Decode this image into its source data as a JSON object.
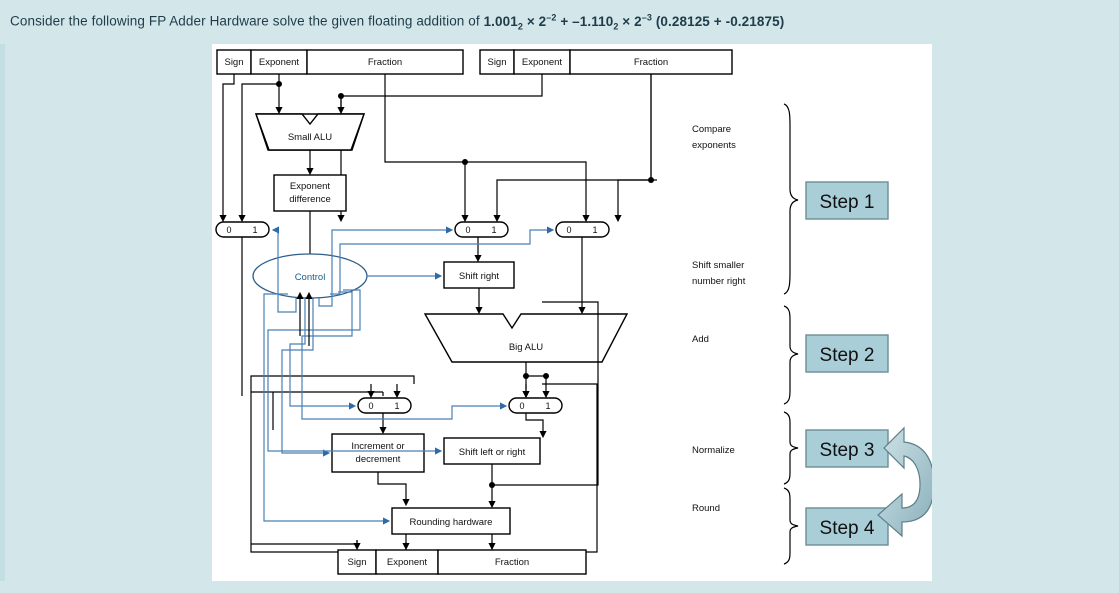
{
  "page": {
    "background_color": "#d3e6e9",
    "panel_color": "#ffffff"
  },
  "prompt": {
    "lead": "Consider the following FP Adder Hardware solve the given floating addition of ",
    "expr_part1": "1.001",
    "expr_sub1": "2",
    "expr_mid1": " × 2",
    "expr_sup1": "–2",
    "expr_plus": " + –1.110",
    "expr_sub2": "2",
    "expr_mid2": " × 2",
    "expr_sup2": "–3",
    "expr_decimal": "  (0.28125 + -0.21875)",
    "full_text": "Consider the following FP Adder Hardware solve the given floating addition of 1.001₂ × 2⁻² + –1.110₂ × 2⁻³ (0.28125 + -0.21875)"
  },
  "diagram": {
    "title": "Floating point adder hardware datapath",
    "input_register_left": {
      "sign": "Sign",
      "exponent": "Exponent",
      "fraction": "Fraction"
    },
    "input_register_right": {
      "sign": "Sign",
      "exponent": "Exponent",
      "fraction": "Fraction"
    },
    "output_register": {
      "sign": "Sign",
      "exponent": "Exponent",
      "fraction": "Fraction"
    },
    "small_alu": "Small ALU",
    "big_alu": "Big ALU",
    "exponent_difference": [
      "Exponent",
      "difference"
    ],
    "control": "Control",
    "shift_right": "Shift right",
    "shift_left_or_right": "Shift left or right",
    "increment_or_decrement": [
      "Increment or",
      "decrement"
    ],
    "rounding_hardware": "Rounding hardware",
    "mux_labels": {
      "zero": "0",
      "one": "1"
    },
    "mux_count": 5
  },
  "phases": [
    {
      "id": "compare",
      "lines": [
        "Compare",
        "exponents"
      ]
    },
    {
      "id": "shift-smaller",
      "lines": [
        "Shift smaller",
        "number right"
      ]
    },
    {
      "id": "add",
      "lines": [
        "Add"
      ]
    },
    {
      "id": "normalize",
      "lines": [
        "Normalize"
      ]
    },
    {
      "id": "round",
      "lines": [
        "Round"
      ]
    }
  ],
  "steps": [
    {
      "id": "step-1",
      "label": "Step 1"
    },
    {
      "id": "step-2",
      "label": "Step 2"
    },
    {
      "id": "step-3",
      "label": "Step 3"
    },
    {
      "id": "step-4",
      "label": "Step 4"
    }
  ],
  "colors": {
    "step_fill": "#a9ced8",
    "step_border": "#6c8e95",
    "control_stroke": "#2e5f8a",
    "blue_wire": "#4a7fb5",
    "black_wire": "#000000",
    "loop_arrow_fill": "#b9d3da",
    "page_bg": "#d3e6e9"
  },
  "loop_arrow": {
    "name": "repeat-loop-arrow",
    "direction": "counterclockwise-up"
  }
}
